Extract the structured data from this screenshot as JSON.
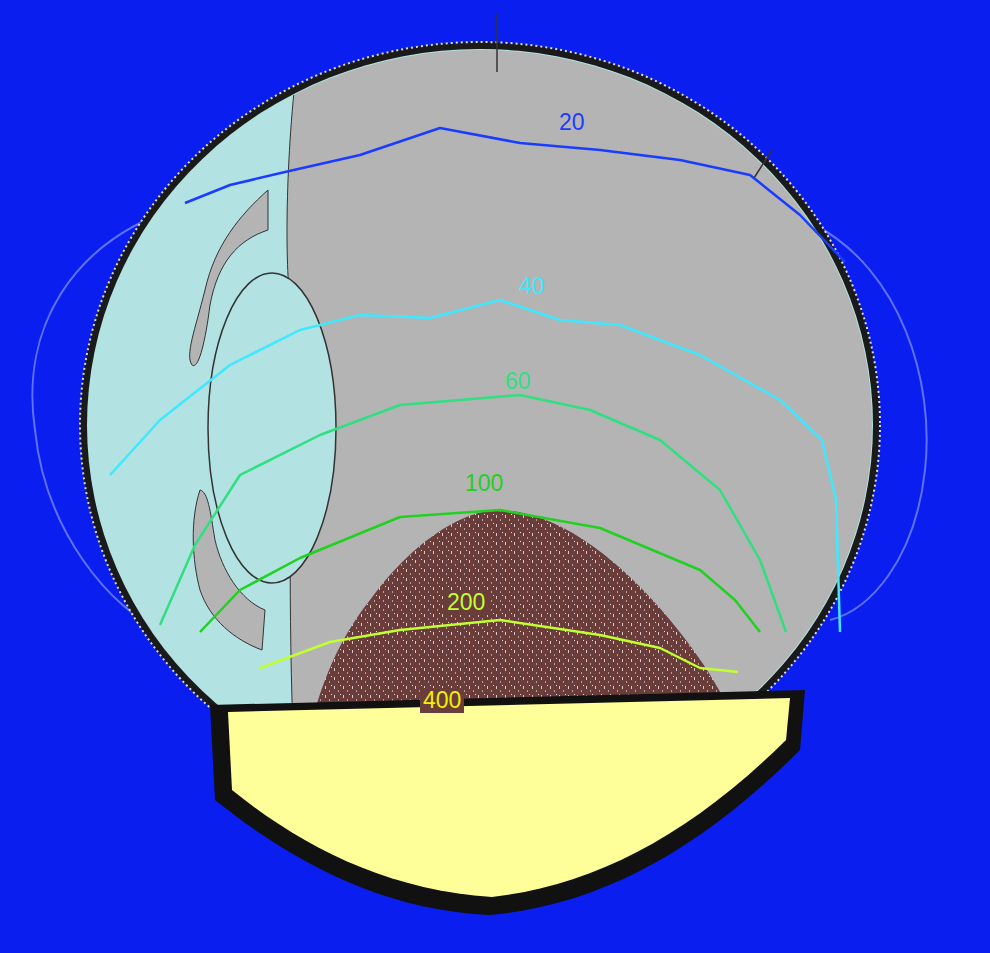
{
  "diagram": {
    "labels": [
      "20",
      "40",
      "60",
      "100",
      "200",
      "400"
    ]
  }
}
